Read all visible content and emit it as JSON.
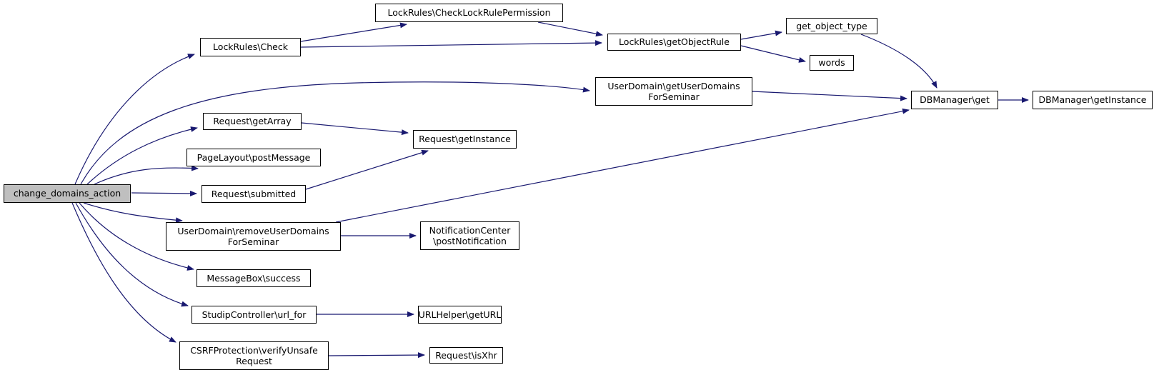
{
  "diagram": {
    "type": "call-graph",
    "edge_color": "#191970",
    "highlight_fill": "#bfbfbf",
    "nodes": [
      {
        "id": "change_domains_action",
        "label": "change_domains_action",
        "highlighted": true
      },
      {
        "id": "lockrules_check",
        "label": "LockRules\\Check"
      },
      {
        "id": "lockrules_checklockrulepermission",
        "label": "LockRules\\CheckLockRulePermission"
      },
      {
        "id": "lockrules_getobjectrule",
        "label": "LockRules\\getObjectRule"
      },
      {
        "id": "get_object_type",
        "label": "get_object_type"
      },
      {
        "id": "words",
        "label": "words"
      },
      {
        "id": "userdomain_getuserdomainsforseminar",
        "label": "UserDomain\\getUserDomains\nForSeminar"
      },
      {
        "id": "dbmanager_get",
        "label": "DBManager\\get"
      },
      {
        "id": "dbmanager_getinstance",
        "label": "DBManager\\getInstance"
      },
      {
        "id": "request_getarray",
        "label": "Request\\getArray"
      },
      {
        "id": "request_getinstance",
        "label": "Request\\getInstance"
      },
      {
        "id": "pagelayout_postmessage",
        "label": "PageLayout\\postMessage"
      },
      {
        "id": "request_submitted",
        "label": "Request\\submitted"
      },
      {
        "id": "userdomain_removeuserdomainsforseminar",
        "label": "UserDomain\\removeUserDomains\nForSeminar"
      },
      {
        "id": "notificationcenter_postnotification",
        "label": "NotificationCenter\n\\postNotification"
      },
      {
        "id": "messagebox_success",
        "label": "MessageBox\\success"
      },
      {
        "id": "studipcontroller_url_for",
        "label": "StudipController\\url_for"
      },
      {
        "id": "urlhelper_geturl",
        "label": "URLHelper\\getURL"
      },
      {
        "id": "csrfprotection_verifyunsaferequest",
        "label": "CSRFProtection\\verifyUnsafe\nRequest"
      },
      {
        "id": "request_isxhr",
        "label": "Request\\isXhr"
      }
    ],
    "edges": [
      [
        "change_domains_action",
        "lockrules_check"
      ],
      [
        "change_domains_action",
        "userdomain_getuserdomainsforseminar"
      ],
      [
        "change_domains_action",
        "request_getarray"
      ],
      [
        "change_domains_action",
        "pagelayout_postmessage"
      ],
      [
        "change_domains_action",
        "request_submitted"
      ],
      [
        "change_domains_action",
        "userdomain_removeuserdomainsforseminar"
      ],
      [
        "change_domains_action",
        "messagebox_success"
      ],
      [
        "change_domains_action",
        "studipcontroller_url_for"
      ],
      [
        "change_domains_action",
        "csrfprotection_verifyunsaferequest"
      ],
      [
        "lockrules_check",
        "lockrules_checklockrulepermission"
      ],
      [
        "lockrules_check",
        "lockrules_getobjectrule"
      ],
      [
        "lockrules_checklockrulepermission",
        "lockrules_getobjectrule"
      ],
      [
        "lockrules_getobjectrule",
        "get_object_type"
      ],
      [
        "lockrules_getobjectrule",
        "words"
      ],
      [
        "get_object_type",
        "dbmanager_get"
      ],
      [
        "userdomain_getuserdomainsforseminar",
        "dbmanager_get"
      ],
      [
        "userdomain_removeuserdomainsforseminar",
        "dbmanager_get"
      ],
      [
        "dbmanager_get",
        "dbmanager_getinstance"
      ],
      [
        "request_getarray",
        "request_getinstance"
      ],
      [
        "request_submitted",
        "request_getinstance"
      ],
      [
        "userdomain_removeuserdomainsforseminar",
        "notificationcenter_postnotification"
      ],
      [
        "studipcontroller_url_for",
        "urlhelper_geturl"
      ],
      [
        "csrfprotection_verifyunsaferequest",
        "request_isxhr"
      ]
    ]
  }
}
